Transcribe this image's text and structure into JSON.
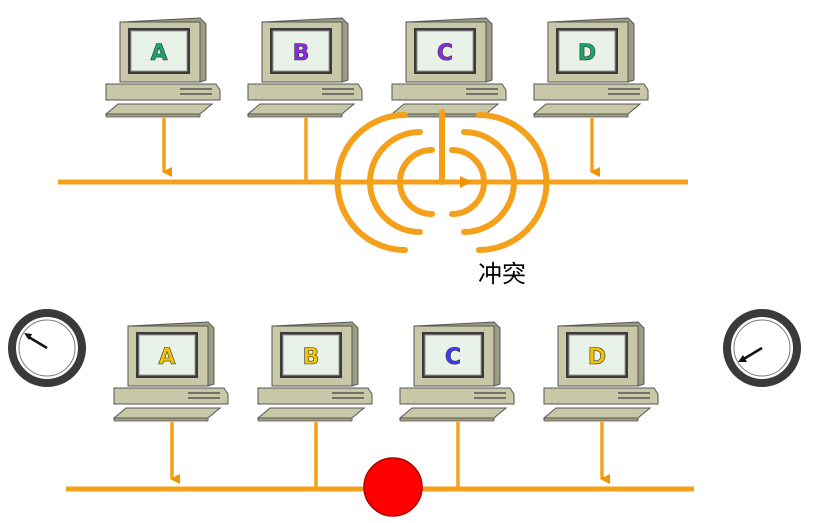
{
  "collision_label": "冲突",
  "colors": {
    "bus": "#f5a01a",
    "bus_dark": "#f29400",
    "monitor_body": "#c8c8a8",
    "monitor_dark": "#9d9d82",
    "screen_bg": "#e8f2e8",
    "collision_dot": "#ff0000"
  },
  "top_network": {
    "stations": [
      {
        "label": "A",
        "color": "#1aa56a",
        "link": "arrow-down"
      },
      {
        "label": "B",
        "color": "#8a2be2",
        "link": "line"
      },
      {
        "label": "C",
        "color": "#8a2be2",
        "link": "signal"
      },
      {
        "label": "D",
        "color": "#1aa56a",
        "link": "arrow-down"
      }
    ]
  },
  "bottom_network": {
    "stations": [
      {
        "label": "A",
        "color": "#f5c400",
        "link": "arrow-down"
      },
      {
        "label": "B",
        "color": "#f5c400",
        "link": "line"
      },
      {
        "label": "C",
        "color": "#3b3bff",
        "link": "line"
      },
      {
        "label": "D",
        "color": "#f5c400",
        "link": "arrow-down"
      }
    ],
    "timers": [
      "left-timer",
      "right-timer"
    ]
  }
}
